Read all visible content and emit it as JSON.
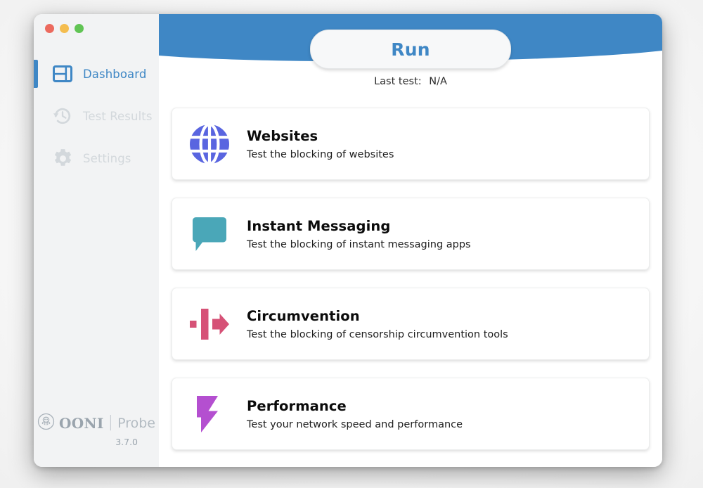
{
  "window": {
    "traffic_lights": [
      {
        "name": "close",
        "color": "#ec6a5e"
      },
      {
        "name": "minimize",
        "color": "#f4bd4f"
      },
      {
        "name": "maximize",
        "color": "#61c454"
      }
    ]
  },
  "sidebar": {
    "items": [
      {
        "label": "Dashboard",
        "icon": "dashboard-icon",
        "active": true
      },
      {
        "label": "Test Results",
        "icon": "history-clock-icon",
        "active": false
      },
      {
        "label": "Settings",
        "icon": "gear-icon",
        "active": false
      }
    ],
    "footer": {
      "brand": "OONI",
      "separator": "|",
      "product": "Probe",
      "version": "3.7.0",
      "logo_icon": "ooni-octopus-logo-icon"
    }
  },
  "header": {
    "band_color": "#3f87c5",
    "run_label": "Run",
    "last_test_label": "Last test:",
    "last_test_value": "N/A"
  },
  "cards": [
    {
      "title": "Websites",
      "description": "Test the blocking of websites",
      "icon": "globe-icon",
      "color": "#5965e0"
    },
    {
      "title": "Instant Messaging",
      "description": "Test the blocking of instant messaging apps",
      "icon": "chat-bubble-icon",
      "color": "#4aa7b8"
    },
    {
      "title": "Circumvention",
      "description": "Test the blocking of censorship circumvention tools",
      "icon": "circumvention-arrow-icon",
      "color": "#d65277"
    },
    {
      "title": "Performance",
      "description": "Test your network speed and performance",
      "icon": "lightning-bolt-icon",
      "color": "#b martialis"
    }
  ],
  "colors": {
    "accent_blue": "#3f87c5",
    "sidebar_bg": "#f2f3f4",
    "inactive_text": "#d3d8dc",
    "performance_purple": "#b44fd0"
  }
}
